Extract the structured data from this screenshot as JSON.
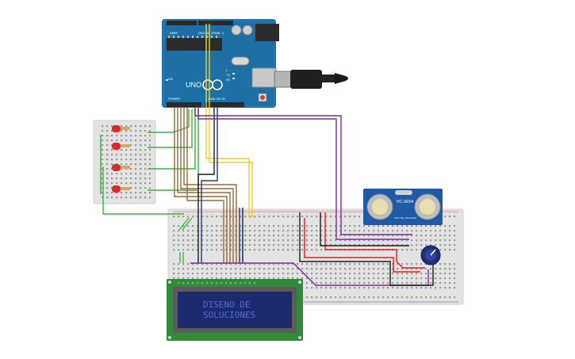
{
  "arduino": {
    "brand": "UNO",
    "label_digital": "DIGITAL (PWM ~)",
    "label_power": "POWER",
    "label_analog": "ANALOG IN",
    "label_aref": "AREF",
    "label_on": "ON",
    "label_tx": "TX",
    "label_rx": "RX",
    "label_l": "L",
    "board_color": "#1d6fa5"
  },
  "ultrasonic": {
    "model": "HC-SR04",
    "pins": [
      "VCC",
      "Trig",
      "Echo",
      "GND"
    ],
    "board_color": "#1f5aa6"
  },
  "lcd": {
    "line1": "DISENO DE",
    "line2": "SOLUCIONES",
    "pcb_color": "#2f8a3a",
    "screen_color": "#1e2a6e",
    "text_color": "#4f6bd6"
  },
  "wire_colors": {
    "green": "#3db33d",
    "yellow": "#f0d21e",
    "brown": "#9a6a3a",
    "purple": "#7a2d91",
    "black": "#1c1c1c",
    "red": "#e02020",
    "blue": "#1f3a8a"
  },
  "leds": {
    "count": 4,
    "color": "#d42b2b"
  }
}
